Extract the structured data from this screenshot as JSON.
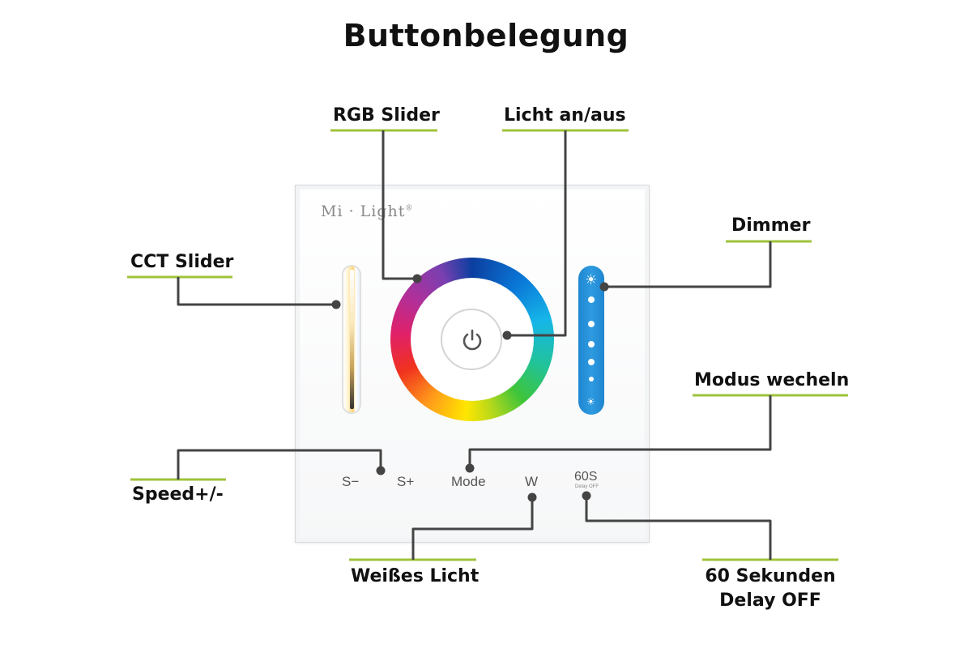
{
  "title": "Buttonbelegung",
  "device": {
    "brand": "Mi · Light",
    "brand_mark": "®",
    "buttons": {
      "speed_minus": "S−",
      "speed_plus": "S+",
      "mode": "Mode",
      "white": "W",
      "delay": "60S",
      "delay_sub": "Delay OFF"
    }
  },
  "callouts": {
    "rgb_slider": "RGB Slider",
    "light_on_off": "Licht an/aus",
    "dimmer": "Dimmer",
    "cct_slider": "CCT Slider",
    "mode_change": "Modus wecheln",
    "speed": "Speed+/-",
    "white_light": "Weißes Licht",
    "delay_line1": "60 Sekunden",
    "delay_line2": "Delay OFF"
  },
  "colors": {
    "underline": "#9fc33b",
    "connector": "#444444",
    "dimmer_blue": "#2e9ae0"
  },
  "icons": [
    "power-icon",
    "sun-icon"
  ]
}
